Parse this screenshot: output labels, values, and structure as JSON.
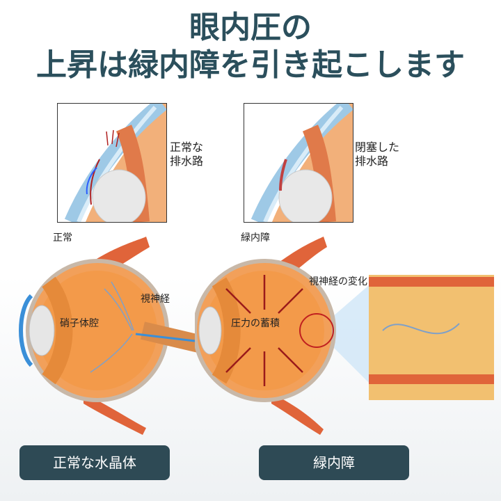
{
  "title": {
    "line1": "眼内圧の",
    "line2": "上昇は緑内障を引き起こします"
  },
  "panels": {
    "normal_drain": "正常な\n排水路",
    "blocked_drain": "閉塞した\n排水路"
  },
  "labels": {
    "normal": "正常",
    "glaucoma": "緑内障",
    "vitreous": "硝子体腔",
    "optic_nerve": "視神経",
    "pressure": "圧力の蓄積",
    "nerve_change": "視神経の変化"
  },
  "buttons": {
    "left": "正常な水晶体",
    "right": "緑内障"
  },
  "colors": {
    "title": "#2b4f5c",
    "pill": "#2e4a55",
    "eye_orange": "#f2a05a",
    "muscle": "#e0643a",
    "arrow": "#9a1a1a"
  }
}
